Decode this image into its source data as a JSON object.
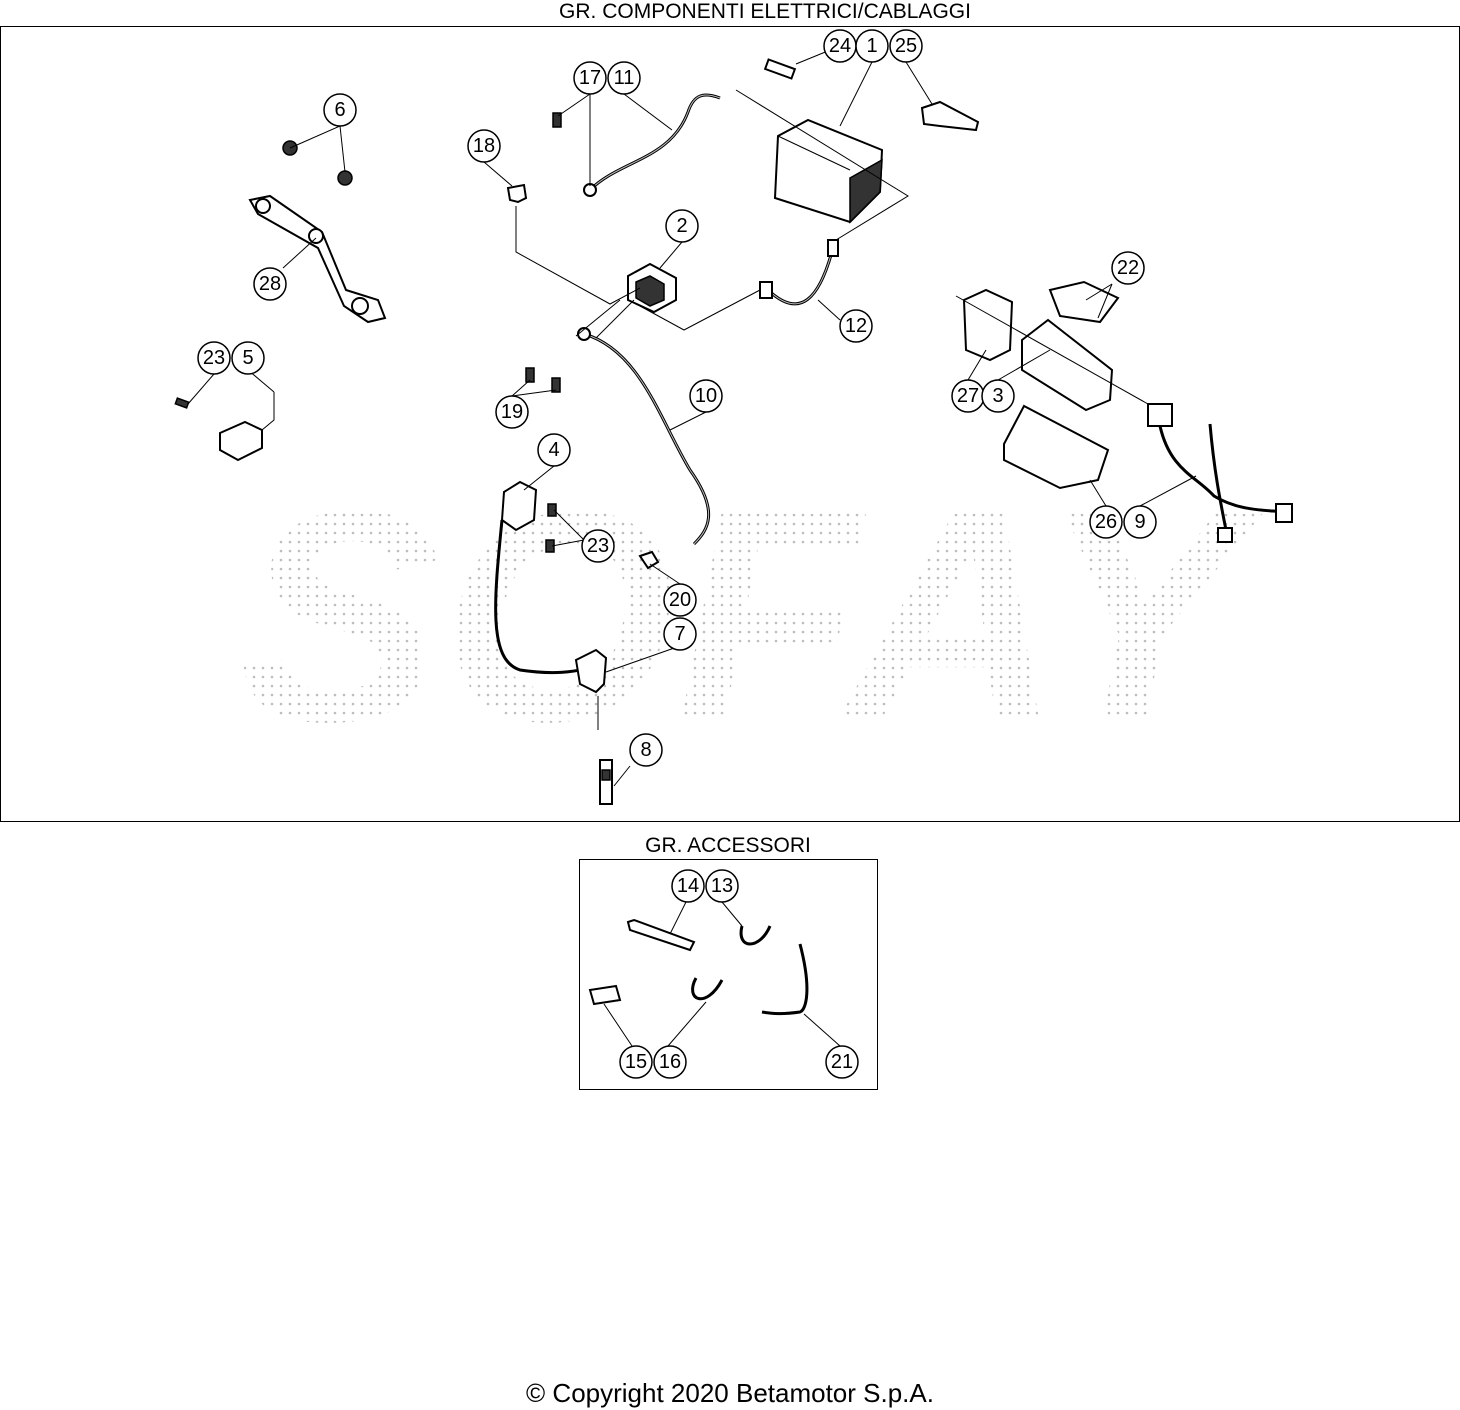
{
  "groups": {
    "electrical": {
      "title": "GR. COMPONENTI ELETTRICI/CABLAGGI"
    },
    "accessories": {
      "title": "GR. ACCESSORI"
    }
  },
  "watermark_text": "SOFAY",
  "callouts": [
    "24",
    "1",
    "25",
    "17",
    "11",
    "6",
    "18",
    "2",
    "28",
    "12",
    "22",
    "23",
    "5",
    "27",
    "3",
    "19",
    "10",
    "4",
    "26",
    "9",
    "23",
    "20",
    "7",
    "8",
    "14",
    "13",
    "15",
    "16",
    "21"
  ],
  "copyright": "© Copyright 2020 Betamotor S.p.A.",
  "colors": {
    "line": "#000000",
    "background": "#ffffff",
    "watermark": "#bdbdbd"
  }
}
